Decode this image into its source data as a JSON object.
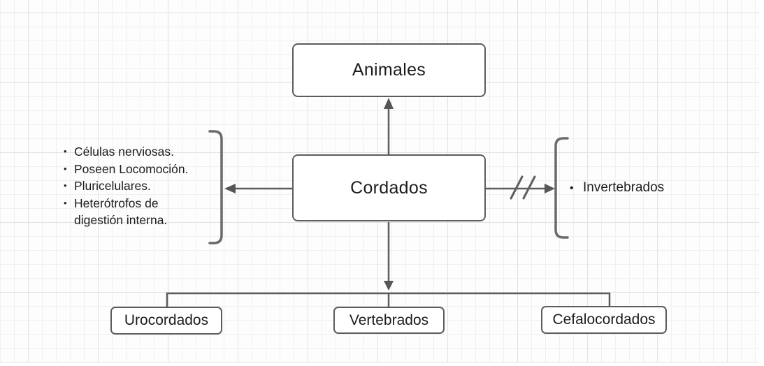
{
  "diagram": {
    "nodes": {
      "animales": "Animales",
      "cordados": "Cordados",
      "urocordados": "Urocordados",
      "vertebrados": "Vertebrados",
      "cefalocordados": "Cefalocordados"
    },
    "characteristics": [
      "Células nerviosas.",
      "Poseen Locomoción.",
      "Pluricelulares.",
      "Heterótrofos de digestión interna."
    ],
    "excluded": [
      "Invertebrados"
    ]
  },
  "colors": {
    "box_border": "#5c5c5c",
    "edge_stroke": "#5d5d5d",
    "bracket_stroke": "#6a6a6a",
    "text": "#1d1d1d",
    "box_fill": "#ffffff",
    "grid_minor": "#f0f0f0",
    "grid_major": "#e2e2e2",
    "background": "#fdfdfd"
  }
}
